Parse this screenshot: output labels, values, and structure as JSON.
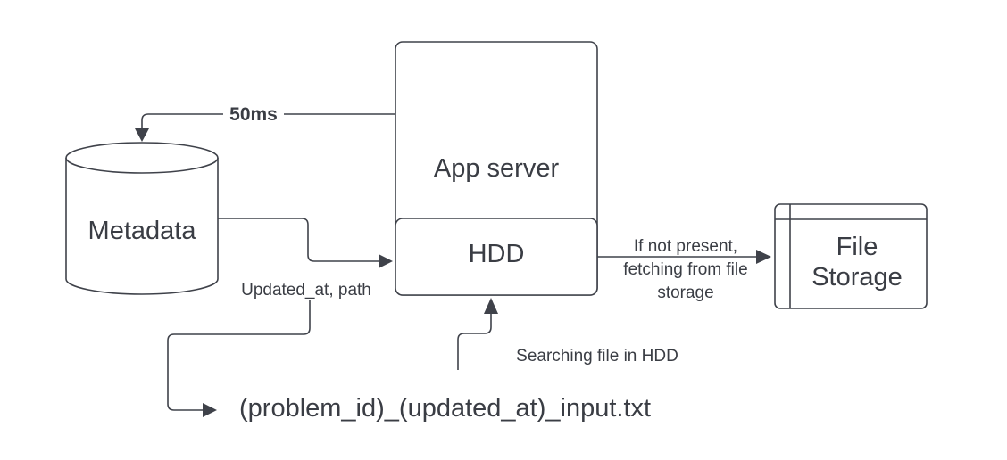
{
  "nodes": {
    "metadata": {
      "label": "Metadata"
    },
    "app_server": {
      "label": "App server"
    },
    "hdd": {
      "label": "HDD"
    },
    "file_storage": {
      "label_line1": "File",
      "label_line2": "Storage"
    }
  },
  "edges": {
    "server_to_metadata": {
      "label": "50ms"
    },
    "metadata_to_hdd": {
      "label": "Updated_at, path"
    },
    "hdd_to_storage": {
      "label_line1": "If not present,",
      "label_line2": "fetching from file",
      "label_line3": "storage"
    },
    "search_to_hdd": {
      "label": "Searching file in HDD"
    }
  },
  "filename": {
    "text": "(problem_id)_(updated_at)_input.txt"
  },
  "colors": {
    "stroke": "#3f424a",
    "text": "#3a3d44",
    "fill": "#ffffff"
  }
}
